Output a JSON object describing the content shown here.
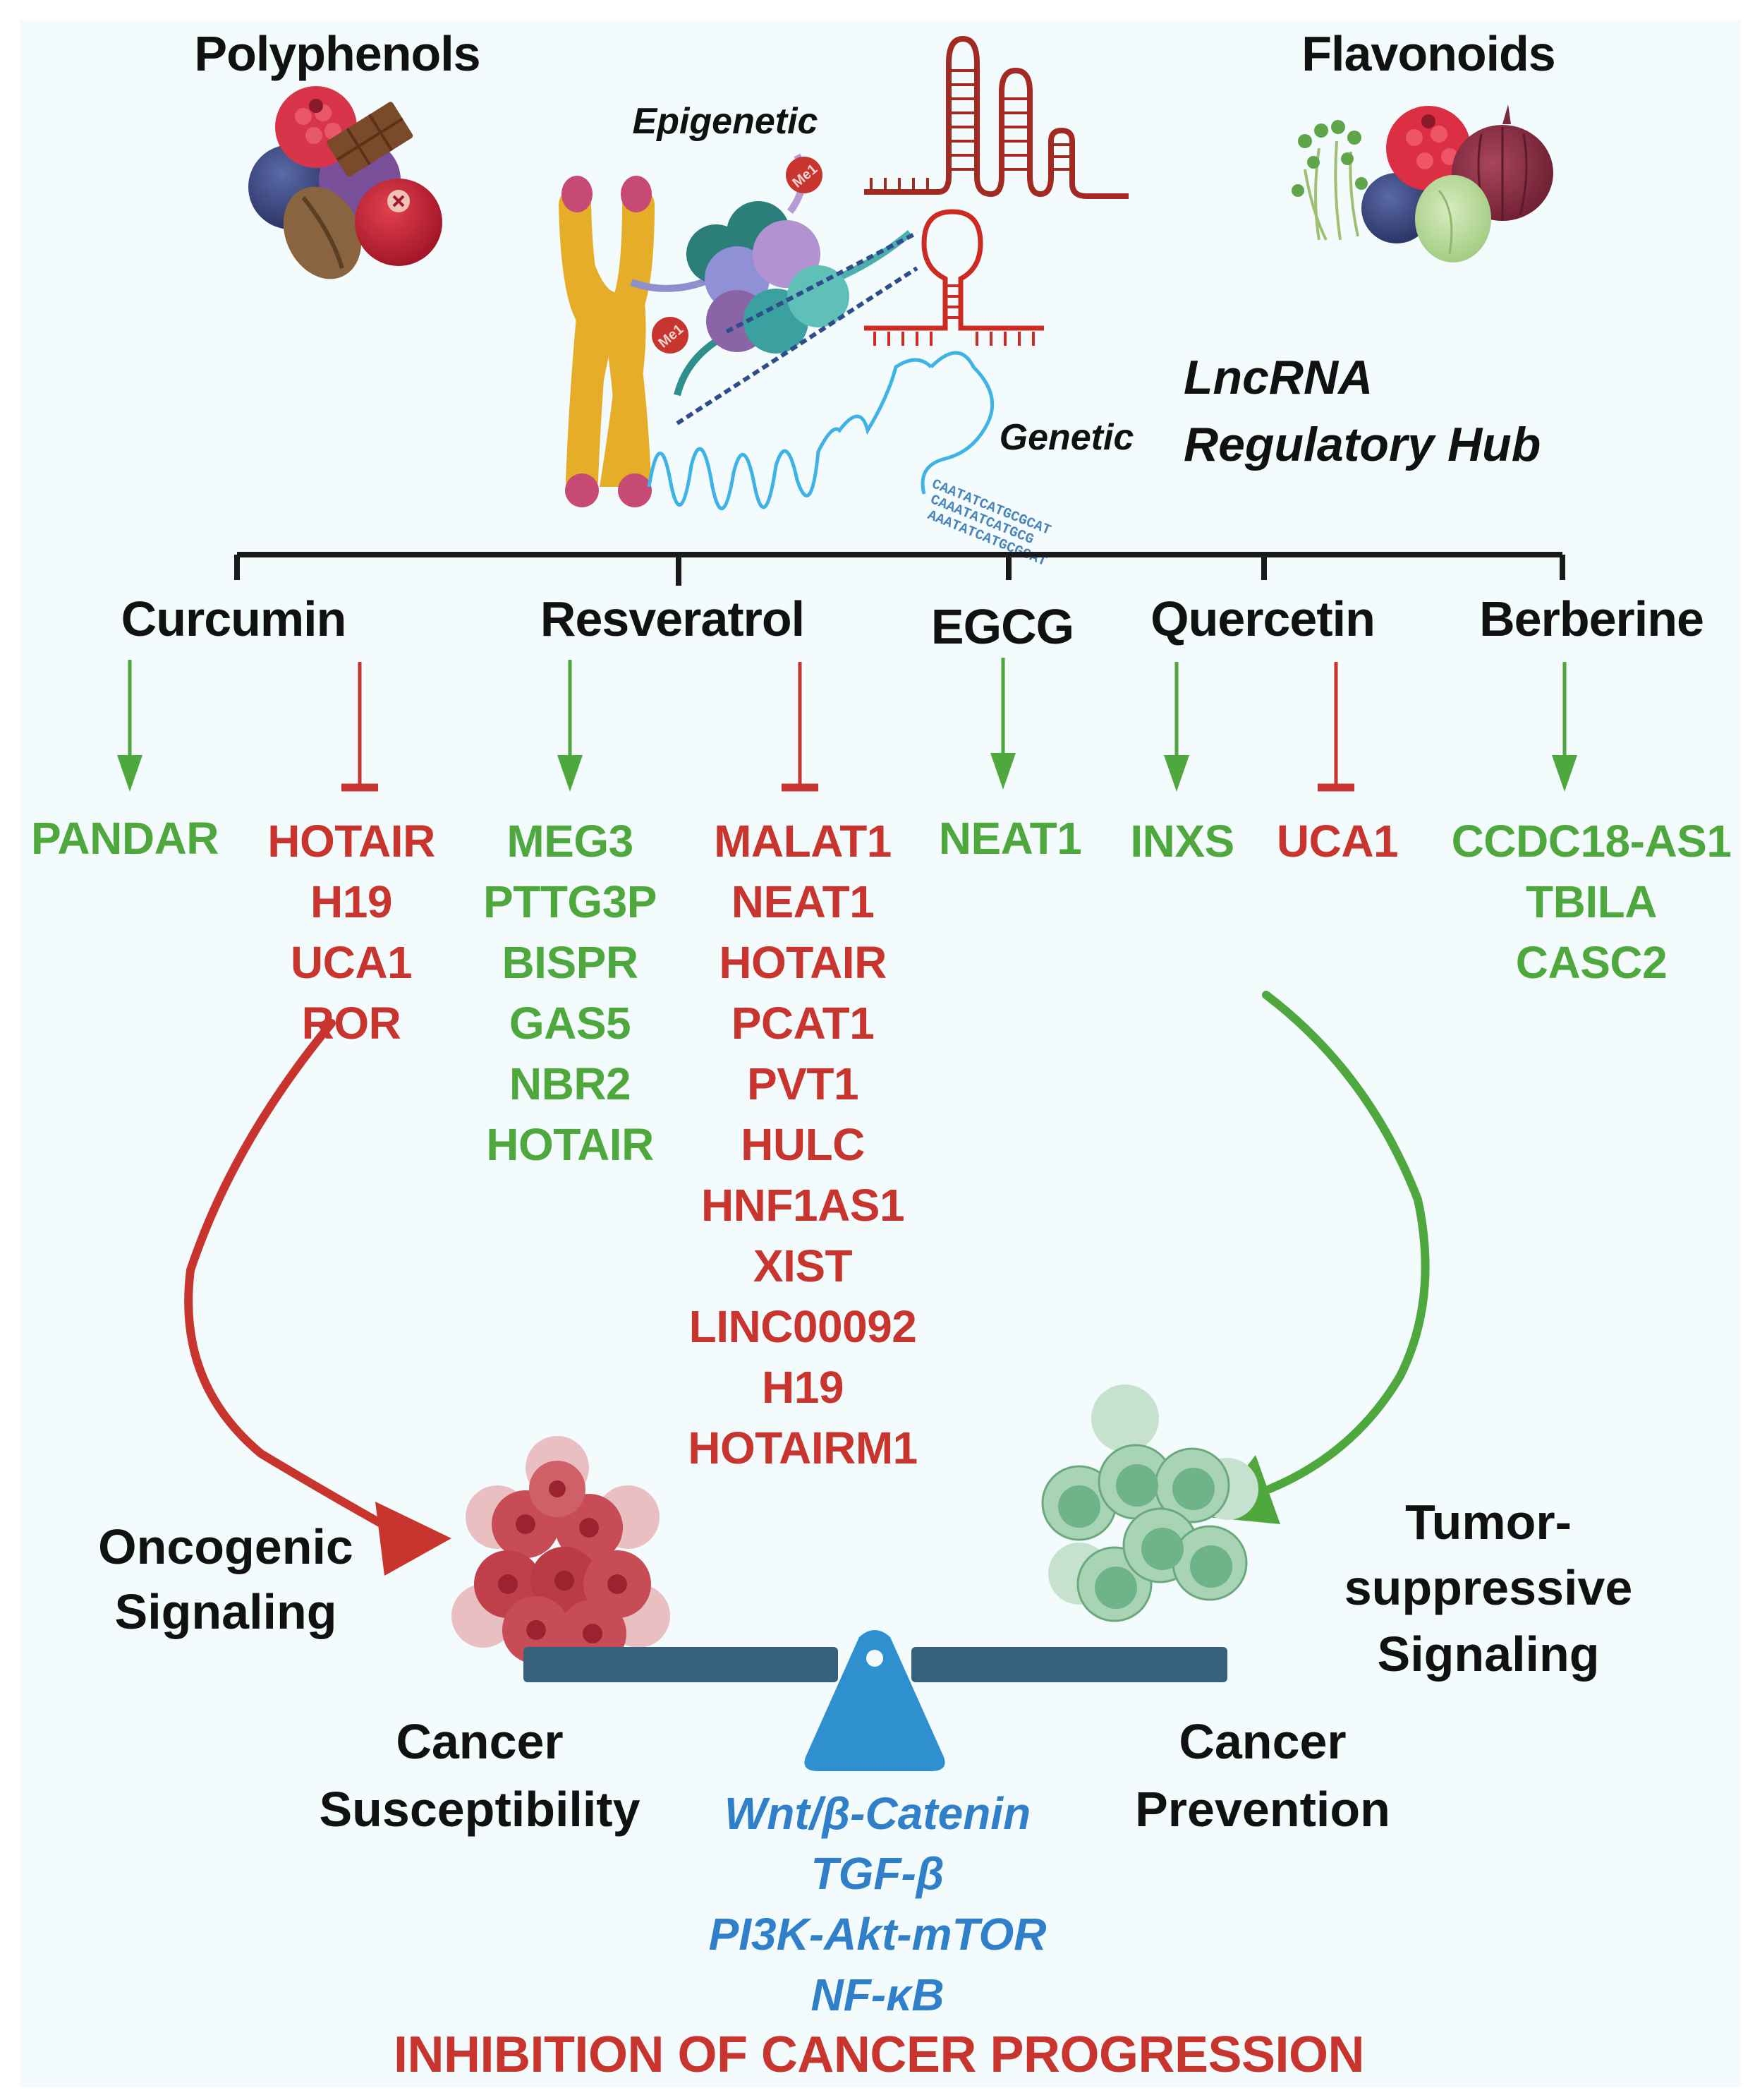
{
  "header": {
    "polyphenols": "Polyphenols",
    "flavonoids": "Flavonoids",
    "epigenetic": "Epigenetic",
    "genetic": "Genetic",
    "hub_line1": "LncRNA",
    "hub_line2": "Regulatory Hub",
    "methyl_mark": "Me1"
  },
  "compounds": [
    {
      "name": "Curcumin"
    },
    {
      "name": "Resveratrol"
    },
    {
      "name": "EGCG"
    },
    {
      "name": "Quercetin"
    },
    {
      "name": "Berberine"
    }
  ],
  "lncrna_groups": [
    {
      "compound": "Curcumin",
      "effect": "upregulates",
      "color": "#4fa83d",
      "genes": [
        "PANDAR"
      ]
    },
    {
      "compound": "Curcumin",
      "effect": "inhibits",
      "color": "#c8342e",
      "genes": [
        "HOTAIR",
        "H19",
        "UCA1",
        "ROR"
      ]
    },
    {
      "compound": "Resveratrol",
      "effect": "upregulates",
      "color": "#4fa83d",
      "genes": [
        "MEG3",
        "PTTG3P",
        "BISPR",
        "GAS5",
        "NBR2",
        "HOTAIR"
      ]
    },
    {
      "compound": "Resveratrol",
      "effect": "inhibits",
      "color": "#c8342e",
      "genes": [
        "MALAT1",
        "NEAT1",
        "HOTAIR",
        "PCAT1",
        "PVT1",
        "HULC",
        "HNF1AS1",
        "XIST",
        "LINC00092",
        "H19",
        "HOTAIRM1"
      ]
    },
    {
      "compound": "EGCG",
      "effect": "upregulates",
      "color": "#4fa83d",
      "genes": [
        "NEAT1"
      ]
    },
    {
      "compound": "Quercetin",
      "effect": "upregulates",
      "color": "#4fa83d",
      "genes": [
        "INXS"
      ]
    },
    {
      "compound": "Quercetin",
      "effect": "inhibits",
      "color": "#c8342e",
      "genes": [
        "UCA1"
      ]
    },
    {
      "compound": "Berberine",
      "effect": "upregulates",
      "color": "#4fa83d",
      "genes": [
        "CCDC18-AS1",
        "TBILA",
        "CASC2"
      ]
    }
  ],
  "outcomes": {
    "oncogenic_line1": "Oncogenic",
    "oncogenic_line2": "Signaling",
    "suppressive_line1": "Tumor-",
    "suppressive_line2": "suppressive",
    "suppressive_line3": "Signaling",
    "susceptibility_line1": "Cancer",
    "susceptibility_line2": "Susceptibility",
    "prevention_line1": "Cancer",
    "prevention_line2": "Prevention"
  },
  "pathways": [
    "Wnt/β-Catenin",
    "TGF-β",
    "PI3K-Akt-mTOR",
    "NF-κB"
  ],
  "conclusion": "INHIBITION OF CANCER PROGRESSION",
  "colors": {
    "upregulated": "#4fa83d",
    "inhibited": "#c8342e",
    "pathway": "#2f80c8",
    "balance_beam": "#37607a",
    "fulcrum": "#2e90cf",
    "background": "#f3fbfd"
  }
}
